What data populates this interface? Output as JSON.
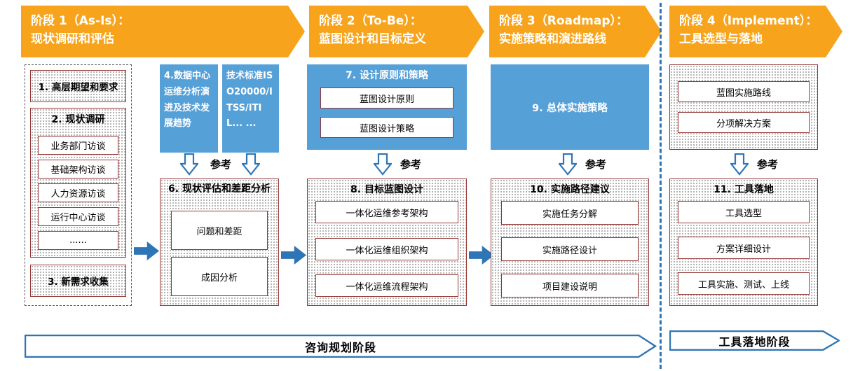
{
  "colors": {
    "banner-orange": "#F7A41C",
    "box-blue": "#56A0D8",
    "arrow-blue": "#2E75B6",
    "border-maroon": "#953735"
  },
  "ref_label": "参考",
  "phases": [
    {
      "line1": "阶段 1（As-Is）：",
      "line2": "现状调研和评估"
    },
    {
      "line1": "阶段 2（To-Be）：",
      "line2": "蓝图设计和目标定义"
    },
    {
      "line1": "阶段 3（Roadmap）：",
      "line2": "实施策略和演进路线"
    },
    {
      "line1": "阶段 4（Implement）：",
      "line2": "工具选型与落地"
    }
  ],
  "phase1": {
    "expectations": "1. 高层期望和要求",
    "survey_title": "2. 现状调研",
    "interviews": [
      "业务部门访谈",
      "基础架构访谈",
      "人力资源访谈",
      "运行中心访谈",
      "......"
    ],
    "new_requirements": "3. 新需求收集",
    "trend_box": "4.数据中心运维分析演进及技术发展趋势",
    "standard_box": "技术标准ISO20000/ITSS/ITIL... ...",
    "assessment_title": "6. 现状评估和差距分析",
    "assessment_items": [
      "问题和差距",
      "成因分析"
    ]
  },
  "phase2": {
    "principles_title": "7. 设计原则和策略",
    "principles_items": [
      "蓝图设计原则",
      "蓝图设计策略"
    ],
    "blueprint_title": "8. 目标蓝图设计",
    "blueprint_items": [
      "一体化运维参考架构",
      "一体化运维组织架构",
      "一体化运维流程架构"
    ]
  },
  "phase3": {
    "strategy_title": "9. 总体实施策略",
    "roadmap_title": "10. 实施路径建议",
    "roadmap_items": [
      "实施任务分解",
      "实施路径设计",
      "项目建设说明"
    ]
  },
  "phase4": {
    "plan_items": [
      "蓝图实施路线",
      "分项解决方案"
    ],
    "landing_title": "11. 工具落地",
    "landing_items": [
      "工具选型",
      "方案详细设计",
      "工具实施、测试、上线"
    ]
  },
  "bottom": {
    "consulting": "咨询规划阶段",
    "landing": "工具落地阶段"
  }
}
